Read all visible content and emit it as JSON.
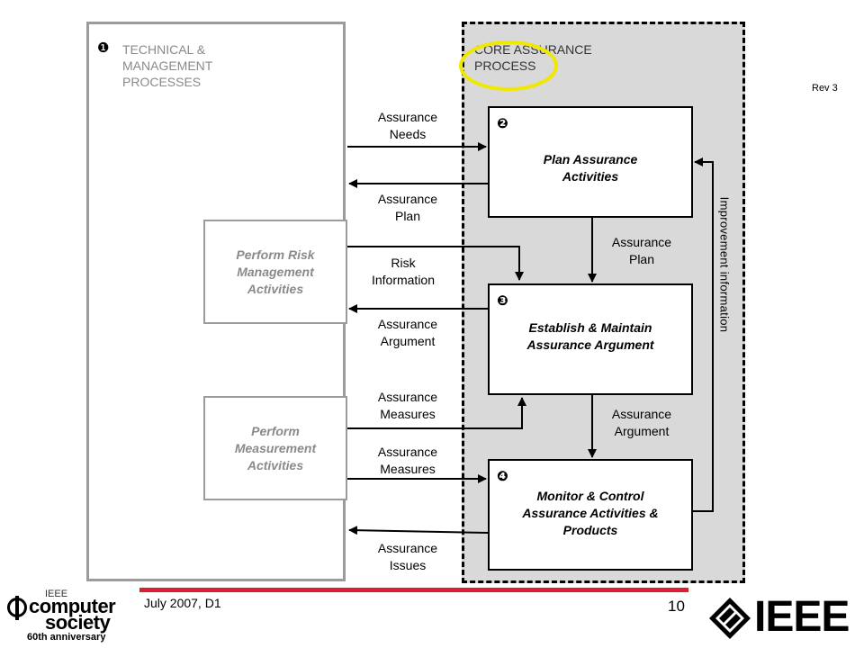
{
  "tech": {
    "num": "❶",
    "title": "TECHNICAL &\nMANAGEMENT\nPROCESSES"
  },
  "core": {
    "title": "CORE ASSURANCE\nPROCESS"
  },
  "rev": "Rev 3",
  "side": {
    "risk": "Perform Risk\nManagement\nActivities",
    "meas": "Perform\nMeasurement\nActivities"
  },
  "proc": {
    "plan": {
      "num": "❷",
      "title": "Plan Assurance\nActivities"
    },
    "est": {
      "num": "❸",
      "title": "Establish & Maintain\nAssurance Argument"
    },
    "mon": {
      "num": "❹",
      "title": "Monitor & Control\nAssurance Activities &\nProducts"
    }
  },
  "labels": {
    "needs": "Assurance\nNeeds",
    "plan_out": "Assurance\nPlan",
    "risk_info": "Risk\nInformation",
    "arg_out": "Assurance\nArgument",
    "meas1": "Assurance\nMeasures",
    "meas2": "Assurance\nMeasures",
    "issues": "Assurance\nIssues",
    "plan_down": "Assurance\nPlan",
    "arg_down": "Assurance\nArgument",
    "improve": "Improvement information"
  },
  "footer": {
    "date": "July 2007, D1",
    "page": "10",
    "cs_ieee": "IEEE",
    "cs_line1": "computer",
    "cs_line2": "society",
    "cs_line3": "60th anniversary",
    "ieee_logo": "IEEE"
  },
  "colors": {
    "accent_red": "#e01c2e",
    "highlight": "#f0e800",
    "gray": "#9b9b9b",
    "core_bg": "#d9d9d9"
  }
}
